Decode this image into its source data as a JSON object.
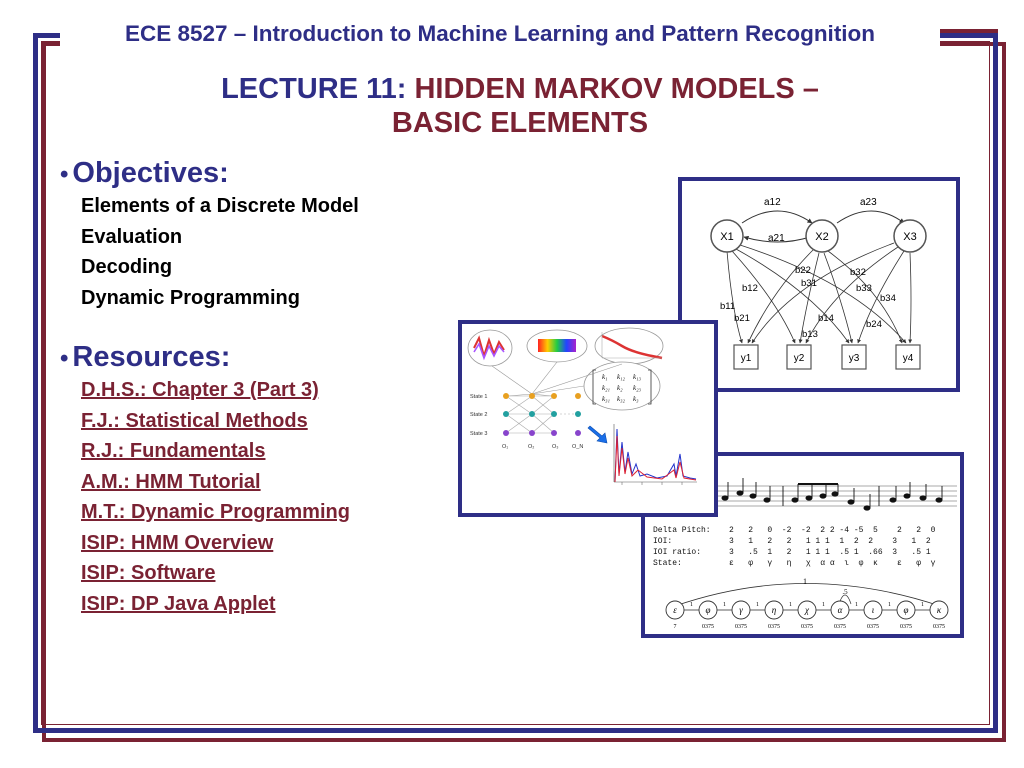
{
  "header": {
    "course": "ECE 8527 – Introduction to Machine Learning and Pattern Recognition"
  },
  "title": {
    "label": "LECTURE 11:",
    "line1": "HIDDEN MARKOV MODELS –",
    "line2": "BASIC ELEMENTS"
  },
  "objectives": {
    "heading": "Objectives:",
    "items": [
      "Elements of a Discrete Model",
      "Evaluation",
      "Decoding",
      "Dynamic Programming"
    ]
  },
  "resources": {
    "heading": "Resources:",
    "links": [
      "D.H.S.: Chapter 3 (Part 3)",
      "F.J.: Statistical Methods",
      "R.J.: Fundamentals",
      "A.M.: HMM Tutorial",
      "M.T.: Dynamic Programming",
      "ISIP: HMM Overview",
      "ISIP: Software",
      "ISIP: DP Java Applet"
    ]
  },
  "hmm_diagram": {
    "states": [
      "X1",
      "X2",
      "X3"
    ],
    "outputs": [
      "y1",
      "y2",
      "y3",
      "y4"
    ],
    "transitions": [
      "a12",
      "a21",
      "a23"
    ],
    "emissions": [
      "b11",
      "b12",
      "b21",
      "b22",
      "b31",
      "b32",
      "b33",
      "b34",
      "b13",
      "b14",
      "b24"
    ]
  },
  "trellis_figure": {
    "state_labels": [
      "State 1",
      "State 2",
      "State 3"
    ],
    "time_labels": [
      "O₁",
      "O₂",
      "O₃",
      "O_N"
    ],
    "matrix": [
      "k₁",
      "k₁₂",
      "k₁₃",
      "k₂₁",
      "k₂",
      "k₂₃",
      "k₃₁",
      "k₃₂",
      "k₃"
    ]
  },
  "music_figure": {
    "rows": [
      {
        "label": "Delta Pitch:",
        "values": "2   2   0  -2  -2  2 2 -4 -5  5    2   2  0"
      },
      {
        "label": "IOI:",
        "values": "3   1   2   2   1 1 1  1  2  2    3   1  2"
      },
      {
        "label": "IOI ratio:",
        "values": "3   .5  1   2   1 1 1  .5 1  .66  3   .5 1"
      },
      {
        "label": "State:",
        "values": "ε   φ   γ   η   χ  α α  ι  φ  κ    ε   φ  γ"
      }
    ],
    "chain_states": [
      "ε",
      "φ",
      "γ",
      "η",
      "χ",
      "α",
      "ι",
      "φ",
      "κ"
    ],
    "chain_values": [
      "7",
      "0375",
      "0375",
      "0375",
      "0375",
      "0375",
      "0375",
      "0375",
      "0375"
    ],
    "self_loop": ".5",
    "arc_label": "1",
    "edge_label": "1"
  }
}
